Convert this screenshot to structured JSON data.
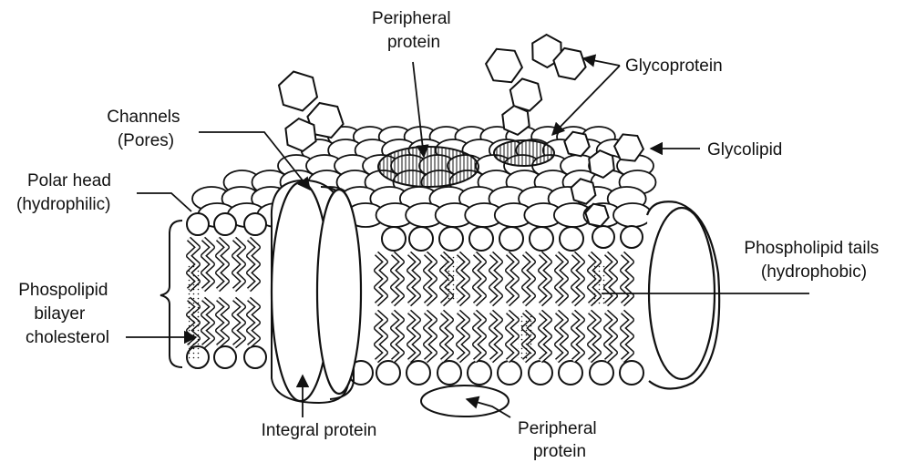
{
  "diagram": {
    "labels": {
      "peripheral_protein_top": [
        "Peripheral",
        "protein"
      ],
      "glycoprotein": [
        "Glycoprotein"
      ],
      "channels": [
        "Channels",
        "(Pores)"
      ],
      "glycolipid": [
        "Glycolipid"
      ],
      "polar_head": [
        "Polar head",
        "(hydrophilic)"
      ],
      "phospholipid_tails": [
        "Phospholipid tails",
        "(hydrophobic)"
      ],
      "bilayer": [
        "Phospolipid",
        "bilayer",
        "cholesterol"
      ],
      "integral_protein": [
        "Integral protein"
      ],
      "peripheral_protein_bottom": [
        "Peripheral",
        "protein"
      ]
    },
    "colors": {
      "ink": "#111111",
      "paper": "#ffffff"
    }
  }
}
